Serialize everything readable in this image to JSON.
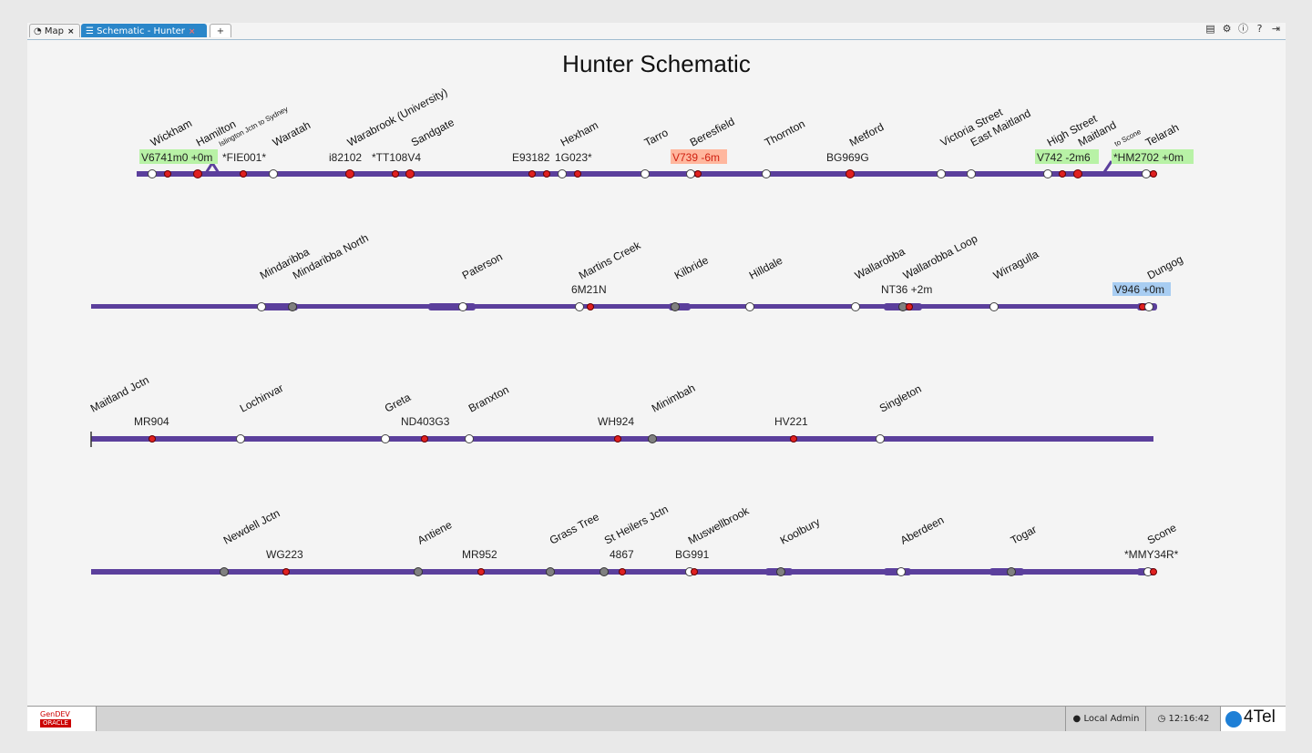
{
  "tabs": [
    {
      "label": "Map",
      "icon": "globe-icon"
    },
    {
      "label": "Schematic - Hunter",
      "icon": "schematic-icon"
    }
  ],
  "add_tab_label": "+",
  "toolbar_icons": [
    "document-icon",
    "gear-icon",
    "info-icon",
    "help-icon",
    "logout-icon"
  ],
  "title": "Hunter Schematic",
  "colors": {
    "track": "#5b3f9c",
    "tab_active": "#2a86c9",
    "train_red": "#e02020",
    "train_late_bg": "#ffb79e",
    "train_early_bg": "#b8f2a6",
    "train_blue_bg": "#a8cdf2",
    "station_open": "#ffffff",
    "station_grey": "#808080"
  },
  "lines": [
    {
      "id": "line1",
      "stations": [
        {
          "name": "Wickham",
          "marker": "open"
        },
        {
          "name": "Hamilton",
          "marker": "red-big"
        },
        {
          "name": "Islington Jctn to Sydney",
          "small": true
        },
        {
          "name": "Waratah",
          "marker": "open"
        },
        {
          "name": "Warabrook (University)",
          "marker": "red-big"
        },
        {
          "name": "Sandgate",
          "marker": "red-big"
        },
        {
          "name": "Hexham",
          "marker": "open"
        },
        {
          "name": "Tarro",
          "marker": "open"
        },
        {
          "name": "Beresfield",
          "marker": "open"
        },
        {
          "name": "Thornton",
          "marker": "open"
        },
        {
          "name": "Metford",
          "marker": "red-big"
        },
        {
          "name": "Victoria Street",
          "marker": "open"
        },
        {
          "name": "East Maitland",
          "marker": "open"
        },
        {
          "name": "High Street",
          "marker": "open"
        },
        {
          "name": "Maitland",
          "marker": "red-big"
        },
        {
          "name": "to Scone",
          "small": true
        },
        {
          "name": "Telarah",
          "marker": "open"
        }
      ],
      "trains": [
        {
          "label": "V6741m0 +0m",
          "style": "early"
        },
        {
          "label": "*FIE001*",
          "style": "plain"
        },
        {
          "label": "i82102",
          "style": "plain"
        },
        {
          "label": "*TT108V4",
          "style": "plain"
        },
        {
          "label": "E93182",
          "style": "plain"
        },
        {
          "label": "1G023*",
          "style": "plain"
        },
        {
          "label": "V739 -6m",
          "style": "late"
        },
        {
          "label": "BG969G",
          "style": "plain"
        },
        {
          "label": "V742 -2m6",
          "style": "early"
        },
        {
          "label": "*HM2702 +0m",
          "style": "early"
        }
      ]
    },
    {
      "id": "line2",
      "stations": [
        {
          "name": "Mindaribba",
          "marker": "open"
        },
        {
          "name": "Mindaribba North",
          "marker": "grey"
        },
        {
          "name": "Paterson",
          "marker": "open"
        },
        {
          "name": "Martins Creek",
          "marker": "open"
        },
        {
          "name": "Kilbride",
          "marker": "grey"
        },
        {
          "name": "Hilldale",
          "marker": "open"
        },
        {
          "name": "Wallarobba",
          "marker": "open"
        },
        {
          "name": "Wallarobba Loop",
          "marker": "grey"
        },
        {
          "name": "Wirragulla",
          "marker": "open"
        },
        {
          "name": "Dungog",
          "marker": "open"
        }
      ],
      "trains": [
        {
          "label": "6M21N",
          "style": "plain"
        },
        {
          "label": "NT36 +2m",
          "style": "plain"
        },
        {
          "label": "V946 +0m",
          "style": "blue"
        }
      ]
    },
    {
      "id": "line3",
      "stations": [
        {
          "name": "Maitland Jctn"
        },
        {
          "name": "Lochinvar",
          "marker": "open"
        },
        {
          "name": "Greta",
          "marker": "open"
        },
        {
          "name": "Branxton",
          "marker": "open"
        },
        {
          "name": "Minimbah",
          "marker": "grey"
        },
        {
          "name": "Singleton",
          "marker": "open"
        }
      ],
      "trains": [
        {
          "label": "MR904",
          "style": "plain"
        },
        {
          "label": "ND403G3",
          "style": "plain"
        },
        {
          "label": "WH924",
          "style": "plain"
        },
        {
          "label": "HV221",
          "style": "plain"
        }
      ]
    },
    {
      "id": "line4",
      "stations": [
        {
          "name": "Newdell Jctn",
          "marker": "grey"
        },
        {
          "name": "Antiene",
          "marker": "grey"
        },
        {
          "name": "Grass Tree",
          "marker": "grey"
        },
        {
          "name": "St Heilers Jctn",
          "marker": "grey"
        },
        {
          "name": "Muswellbrook",
          "marker": "open"
        },
        {
          "name": "Koolbury",
          "marker": "grey"
        },
        {
          "name": "Aberdeen",
          "marker": "open"
        },
        {
          "name": "Togar",
          "marker": "grey"
        },
        {
          "name": "Scone",
          "marker": "open"
        }
      ],
      "trains": [
        {
          "label": "WG223",
          "style": "plain"
        },
        {
          "label": "MR952",
          "style": "plain"
        },
        {
          "label": "4867",
          "style": "plain"
        },
        {
          "label": "BG991",
          "style": "plain"
        },
        {
          "label": "*MMY34R*",
          "style": "plain"
        }
      ]
    }
  ],
  "status": {
    "brand_top": "GenDEV",
    "brand_bottom": "ORACLE",
    "user": "Local Admin",
    "time": "12:16:42",
    "logo": "4Tel"
  }
}
